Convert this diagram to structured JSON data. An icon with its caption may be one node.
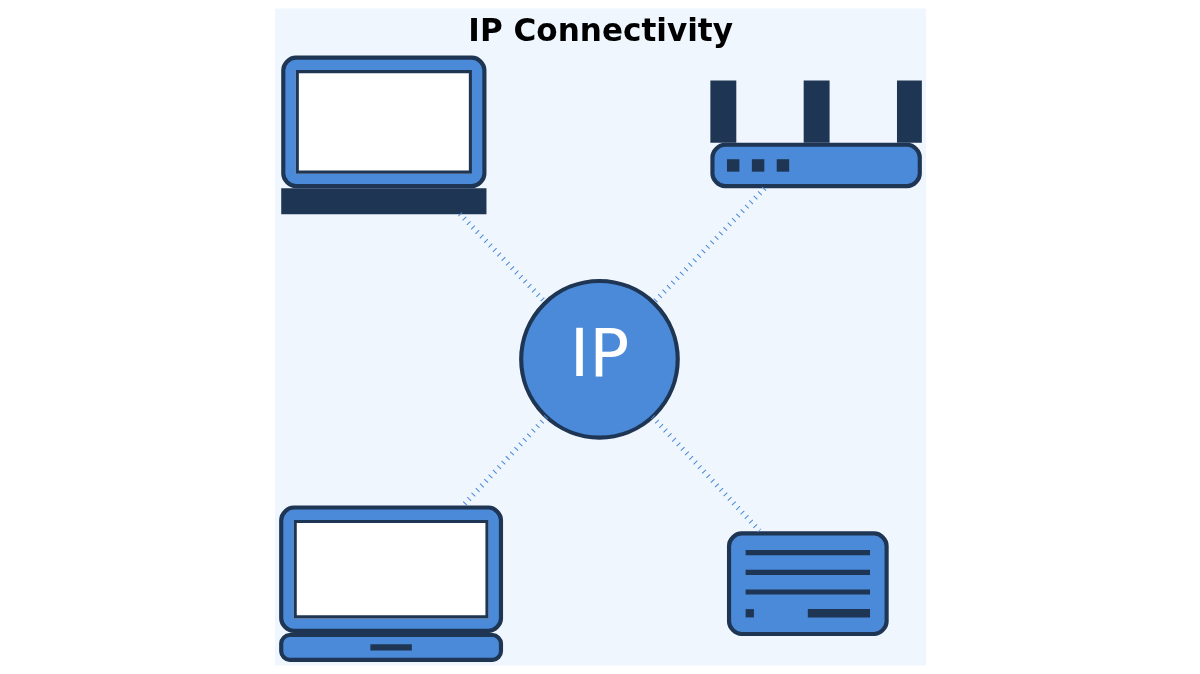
{
  "diagram": {
    "title": "IP Connectivity",
    "nodes": [
      {
        "text": [],
        "shape": "picture"
      },
      {
        "text": [],
        "shape": "picture"
      },
      {
        "text": [
          "IP"
        ]
      },
      {
        "text": [],
        "shape": "picture"
      },
      {
        "text": [],
        "shape": "picture"
      }
    ],
    "edges": [
      {
        "from": 0,
        "to": 2,
        "arrow": "none",
        "style": "dashed"
      },
      {
        "from": 1,
        "to": 2,
        "arrow": "none",
        "style": "dashed"
      },
      {
        "from": 2,
        "to": 3,
        "arrow": "none",
        "style": "dashed"
      },
      {
        "from": 2,
        "to": 4,
        "arrow": "none",
        "style": "dashed"
      }
    ]
  }
}
